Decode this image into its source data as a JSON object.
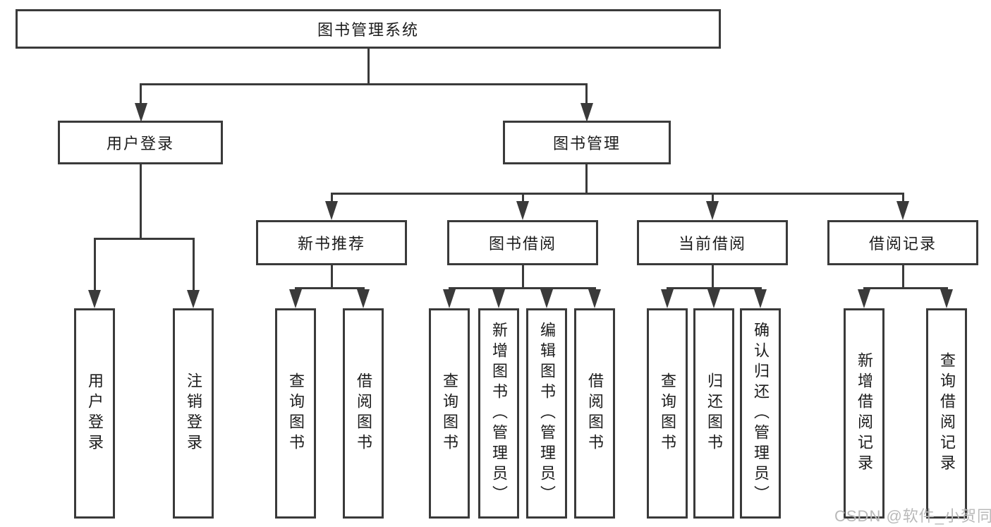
{
  "diagram": {
    "type": "hierarchy-tree",
    "root": {
      "label": "图书管理系统",
      "children": [
        {
          "label": "用户登录",
          "children": [
            {
              "label": "用户登录"
            },
            {
              "label": "注销登录"
            }
          ]
        },
        {
          "label": "图书管理",
          "children": [
            {
              "label": "新书推荐",
              "children": [
                {
                  "label": "查询图书"
                },
                {
                  "label": "借阅图书"
                }
              ]
            },
            {
              "label": "图书借阅",
              "children": [
                {
                  "label": "查询图书"
                },
                {
                  "label": "新增图书（管理员）"
                },
                {
                  "label": "编辑图书（管理员）"
                },
                {
                  "label": "借阅图书"
                }
              ]
            },
            {
              "label": "当前借阅",
              "children": [
                {
                  "label": "查询图书"
                },
                {
                  "label": "归还图书"
                },
                {
                  "label": "确认归还（管理员）"
                }
              ]
            },
            {
              "label": "借阅记录",
              "children": [
                {
                  "label": "新增借阅记录"
                },
                {
                  "label": "查询借阅记录"
                }
              ]
            }
          ]
        }
      ]
    },
    "colors": {
      "line": "#3a3a3a",
      "text": "#1c1c1c",
      "background": "#ffffff",
      "watermark": "#b9b9b9"
    }
  },
  "watermark": {
    "text": "CSDN @软件_小贺同学"
  }
}
